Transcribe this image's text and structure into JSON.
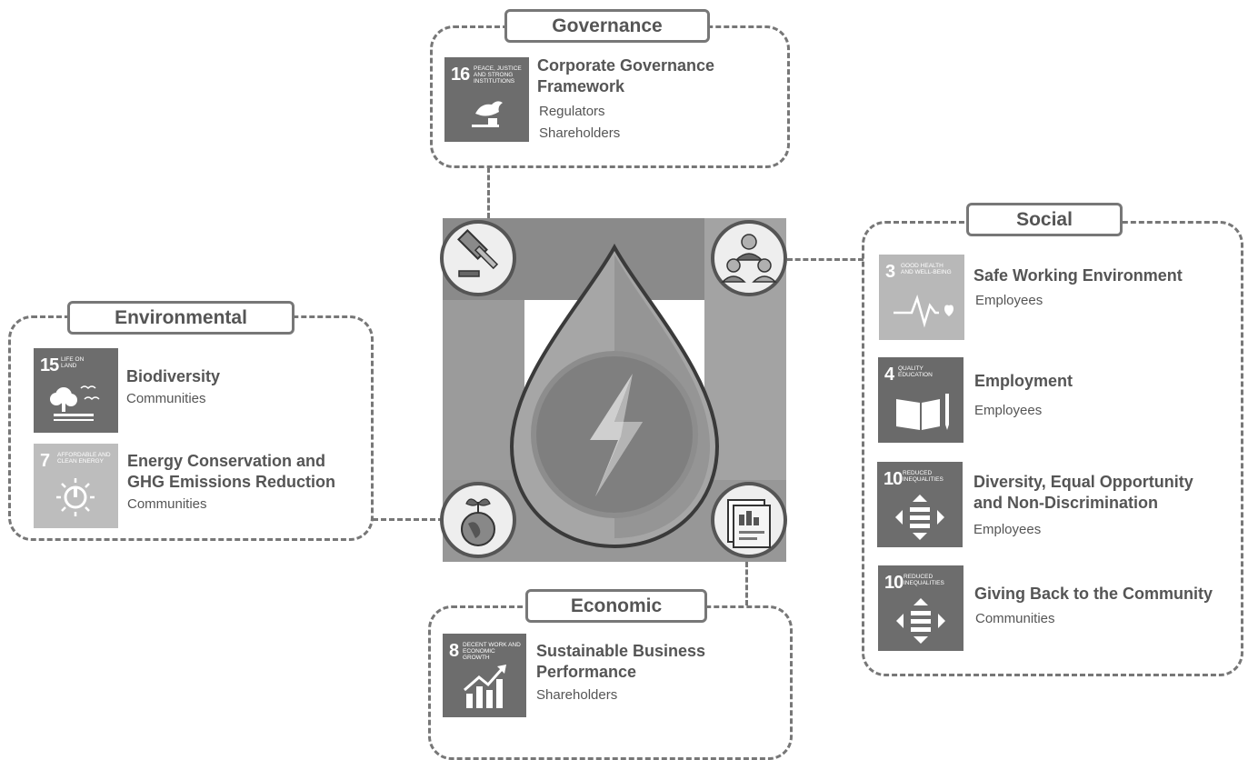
{
  "colors": {
    "panel_border": "#777777",
    "sdg_dark": "#6d6d6d",
    "sdg_light": "#bdbdbd",
    "text": "#555555"
  },
  "governance": {
    "title": "Governance",
    "sdg": {
      "number": "16",
      "caption": "PEACE, JUSTICE AND STRONG INSTITUTIONS",
      "icon": "dove-gavel-icon"
    },
    "item_title": [
      "Corporate Governance",
      "Framework"
    ],
    "stakeholders": [
      "Regulators",
      "Shareholders"
    ]
  },
  "social": {
    "title": "Social",
    "items": [
      {
        "sdg": {
          "number": "3",
          "caption": "GOOD HEALTH AND WELL-BEING",
          "icon": "heartbeat-icon"
        },
        "title": [
          "Safe Working Environment"
        ],
        "stakeholder": "Employees"
      },
      {
        "sdg": {
          "number": "4",
          "caption": "QUALITY EDUCATION",
          "icon": "book-pencil-icon"
        },
        "title": [
          "Employment"
        ],
        "stakeholder": "Employees"
      },
      {
        "sdg": {
          "number": "10",
          "caption": "REDUCED INEQUALITIES",
          "icon": "equality-arrows-icon"
        },
        "title": [
          "Diversity, Equal Opportunity",
          "and Non-Discrimination"
        ],
        "stakeholder": "Employees"
      },
      {
        "sdg": {
          "number": "10",
          "caption": "REDUCED INEQUALITIES",
          "icon": "equality-arrows-icon"
        },
        "title": [
          "Giving Back to the Community"
        ],
        "stakeholder": "Communities"
      }
    ]
  },
  "environmental": {
    "title": "Environmental",
    "items": [
      {
        "sdg": {
          "number": "15",
          "caption": "LIFE ON LAND",
          "icon": "tree-birds-icon"
        },
        "title": [
          "Biodiversity"
        ],
        "stakeholder": "Communities"
      },
      {
        "sdg": {
          "number": "7",
          "caption": "AFFORDABLE AND CLEAN ENERGY",
          "icon": "sun-power-icon"
        },
        "title": [
          "Energy Conservation and",
          "GHG Emissions Reduction"
        ],
        "stakeholder": "Communities"
      }
    ]
  },
  "economic": {
    "title": "Economic",
    "sdg": {
      "number": "8",
      "caption": "DECENT WORK AND ECONOMIC GROWTH",
      "icon": "growth-chart-icon"
    },
    "item_title": [
      "Sustainable Business",
      "Performance"
    ],
    "stakeholders": [
      "Shareholders"
    ]
  },
  "center": {
    "icons": [
      "gavel-icon",
      "people-icon",
      "globe-sprout-icon",
      "report-icon",
      "lightning-drop-icon"
    ]
  }
}
